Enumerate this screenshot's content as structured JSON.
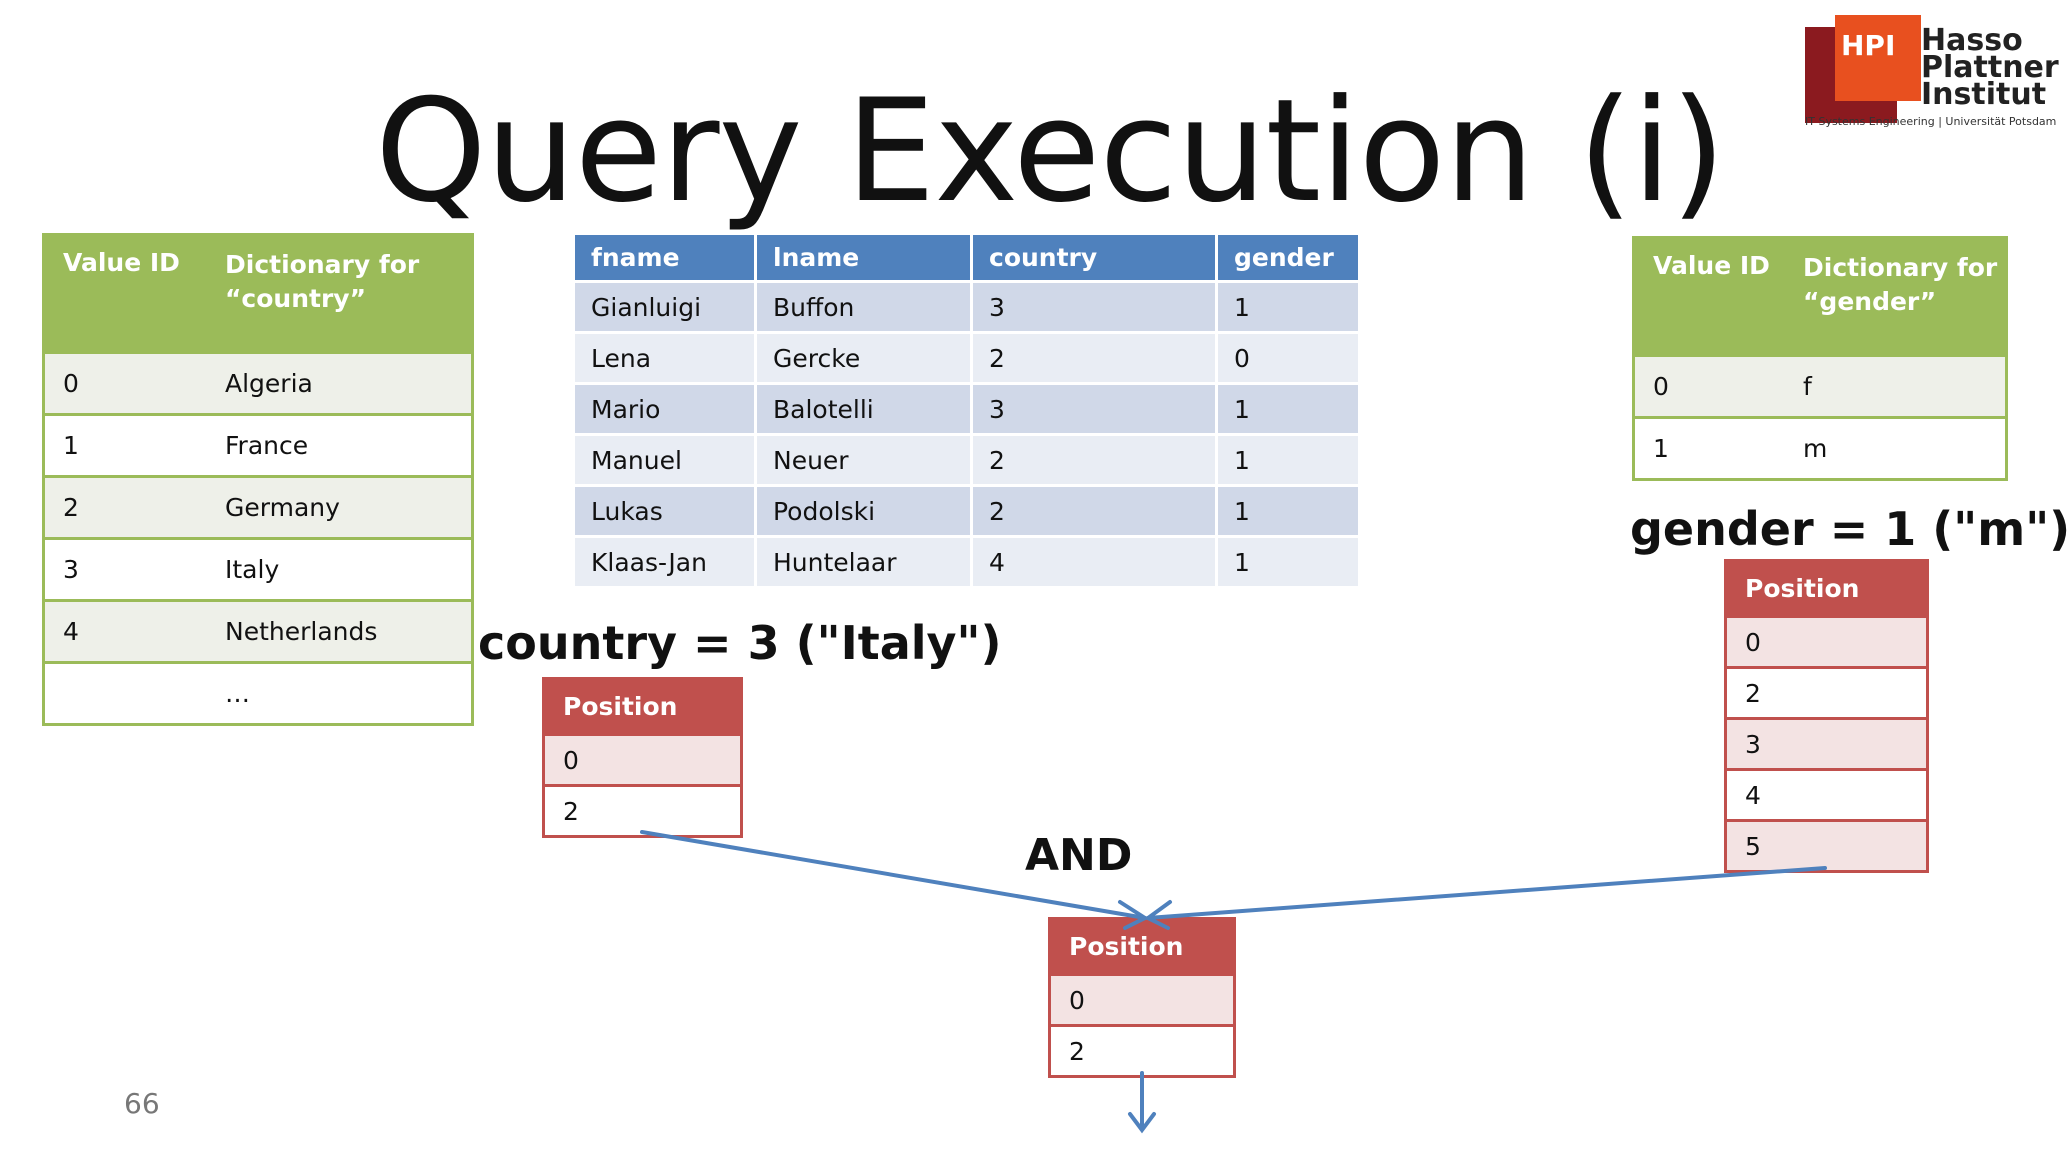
{
  "slide": {
    "title": "Query Execution (i)",
    "page_number": "66"
  },
  "logo": {
    "mark": "HPI",
    "line1": "Hasso",
    "line2": "Plattner",
    "line3": "Institut",
    "subtitle": "IT Systems Engineering | Universität Potsdam",
    "colors": {
      "dark": "#8b1a1f",
      "orange": "#e8501f"
    }
  },
  "country_dict": {
    "header": {
      "col1": "Value ID",
      "col2_line1": "Dictionary for",
      "col2_line2": "“country”"
    },
    "rows": [
      {
        "id": "0",
        "value": "Algeria"
      },
      {
        "id": "1",
        "value": "France"
      },
      {
        "id": "2",
        "value": "Germany"
      },
      {
        "id": "3",
        "value": "Italy"
      },
      {
        "id": "4",
        "value": "Netherlands"
      },
      {
        "id": "",
        "value": "…"
      }
    ]
  },
  "gender_dict": {
    "header": {
      "col1": "Value ID",
      "col2_line1": "Dictionary for",
      "col2_line2": "“gender”"
    },
    "rows": [
      {
        "id": "0",
        "value": "f"
      },
      {
        "id": "1",
        "value": "m"
      }
    ]
  },
  "data_table": {
    "columns": [
      "fname",
      "lname",
      "country",
      "gender"
    ],
    "rows": [
      [
        "Gianluigi",
        "Buffon",
        "3",
        "1"
      ],
      [
        "Lena",
        "Gercke",
        "2",
        "0"
      ],
      [
        "Mario",
        "Balotelli",
        "3",
        "1"
      ],
      [
        "Manuel",
        "Neuer",
        "2",
        "1"
      ],
      [
        "Lukas",
        "Podolski",
        "2",
        "1"
      ],
      [
        "Klaas-Jan",
        "Huntelaar",
        "4",
        "1"
      ]
    ]
  },
  "country_filter": {
    "label": "country =  3 (\"Italy\")",
    "header": "Position",
    "positions": [
      "0",
      "2"
    ]
  },
  "gender_filter": {
    "label": "gender = 1 (\"m\")",
    "header": "Position",
    "positions": [
      "0",
      "2",
      "3",
      "4",
      "5"
    ]
  },
  "and_result": {
    "label": "AND",
    "header": "Position",
    "positions": [
      "0",
      "2"
    ]
  },
  "colors": {
    "green": "#9bbb59",
    "blue": "#4f81bd",
    "red": "#c0504d",
    "arrow": "#4f81bd"
  }
}
